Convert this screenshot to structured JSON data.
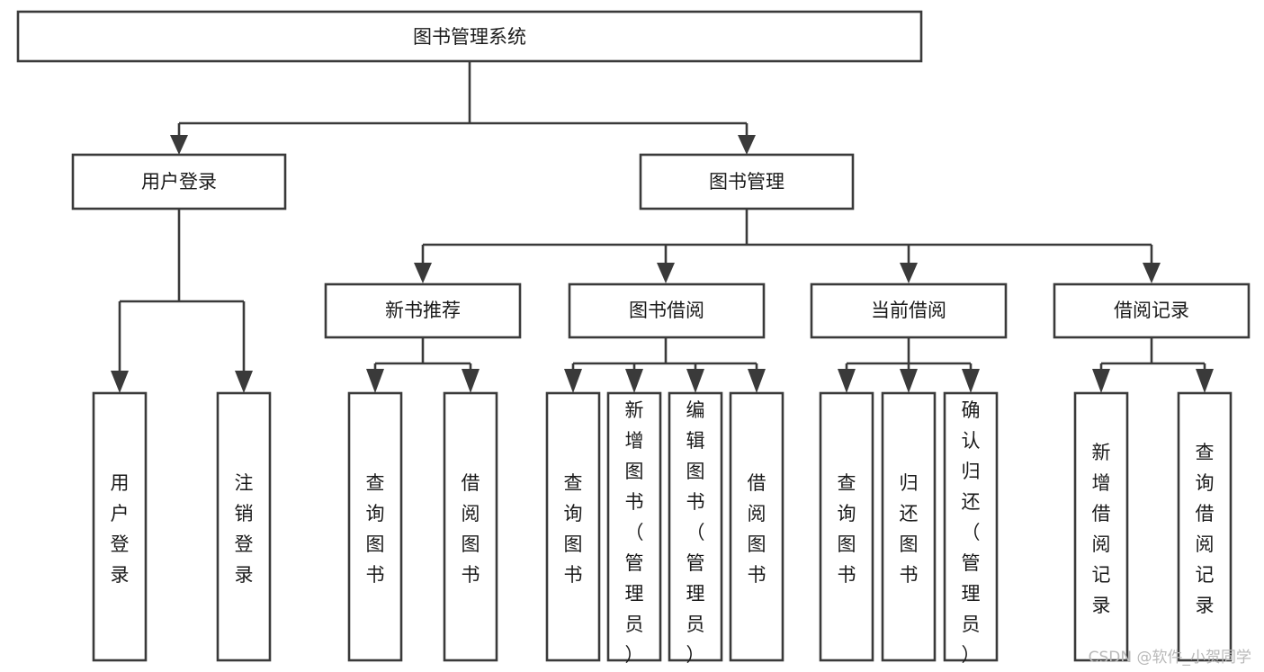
{
  "diagram": {
    "title": "图书管理系统",
    "type": "tree",
    "root": {
      "id": "root",
      "label": "图书管理系统",
      "orientation": "horizontal"
    },
    "level2": [
      {
        "id": "user-login",
        "label": "用户登录",
        "orientation": "horizontal"
      },
      {
        "id": "book-manage",
        "label": "图书管理",
        "orientation": "horizontal"
      }
    ],
    "level3": [
      {
        "id": "new-book-recommend",
        "label": "新书推荐",
        "parent": "book-manage",
        "orientation": "horizontal"
      },
      {
        "id": "book-borrow",
        "label": "图书借阅",
        "parent": "book-manage",
        "orientation": "horizontal"
      },
      {
        "id": "current-borrow",
        "label": "当前借阅",
        "parent": "book-manage",
        "orientation": "horizontal"
      },
      {
        "id": "borrow-record",
        "label": "借阅记录",
        "parent": "book-manage",
        "orientation": "horizontal"
      }
    ],
    "leaves": [
      {
        "id": "leaf-user-login",
        "label": "用户登录",
        "parent": "user-login",
        "orientation": "vertical"
      },
      {
        "id": "leaf-user-logout",
        "label": "注销登录",
        "parent": "user-login",
        "orientation": "vertical"
      },
      {
        "id": "leaf-query-book-1",
        "label": "查询图书",
        "parent": "new-book-recommend",
        "orientation": "vertical"
      },
      {
        "id": "leaf-borrow-book-1",
        "label": "借阅图书",
        "parent": "new-book-recommend",
        "orientation": "vertical"
      },
      {
        "id": "leaf-query-book-2",
        "label": "查询图书",
        "parent": "book-borrow",
        "orientation": "vertical"
      },
      {
        "id": "leaf-add-book",
        "label": "新增图书（管理员）",
        "parent": "book-borrow",
        "orientation": "vertical"
      },
      {
        "id": "leaf-edit-book",
        "label": "编辑图书（管理员）",
        "parent": "book-borrow",
        "orientation": "vertical"
      },
      {
        "id": "leaf-borrow-book-2",
        "label": "借阅图书",
        "parent": "book-borrow",
        "orientation": "vertical"
      },
      {
        "id": "leaf-query-book-3",
        "label": "查询图书",
        "parent": "current-borrow",
        "orientation": "vertical"
      },
      {
        "id": "leaf-return-book",
        "label": "归还图书",
        "parent": "current-borrow",
        "orientation": "vertical"
      },
      {
        "id": "leaf-confirm-return",
        "label": "确认归还（管理员）",
        "parent": "current-borrow",
        "orientation": "vertical"
      },
      {
        "id": "leaf-add-record",
        "label": "新增借阅记录",
        "parent": "borrow-record",
        "orientation": "vertical"
      },
      {
        "id": "leaf-query-record",
        "label": "查询借阅记录",
        "parent": "borrow-record",
        "orientation": "vertical"
      }
    ],
    "colors": {
      "stroke": "#3a3a3a",
      "fill": "#ffffff",
      "text": "#1a1a1a",
      "watermark": "#b9b9b9"
    }
  },
  "watermark": {
    "text": "CSDN @软件_小贺同学"
  }
}
